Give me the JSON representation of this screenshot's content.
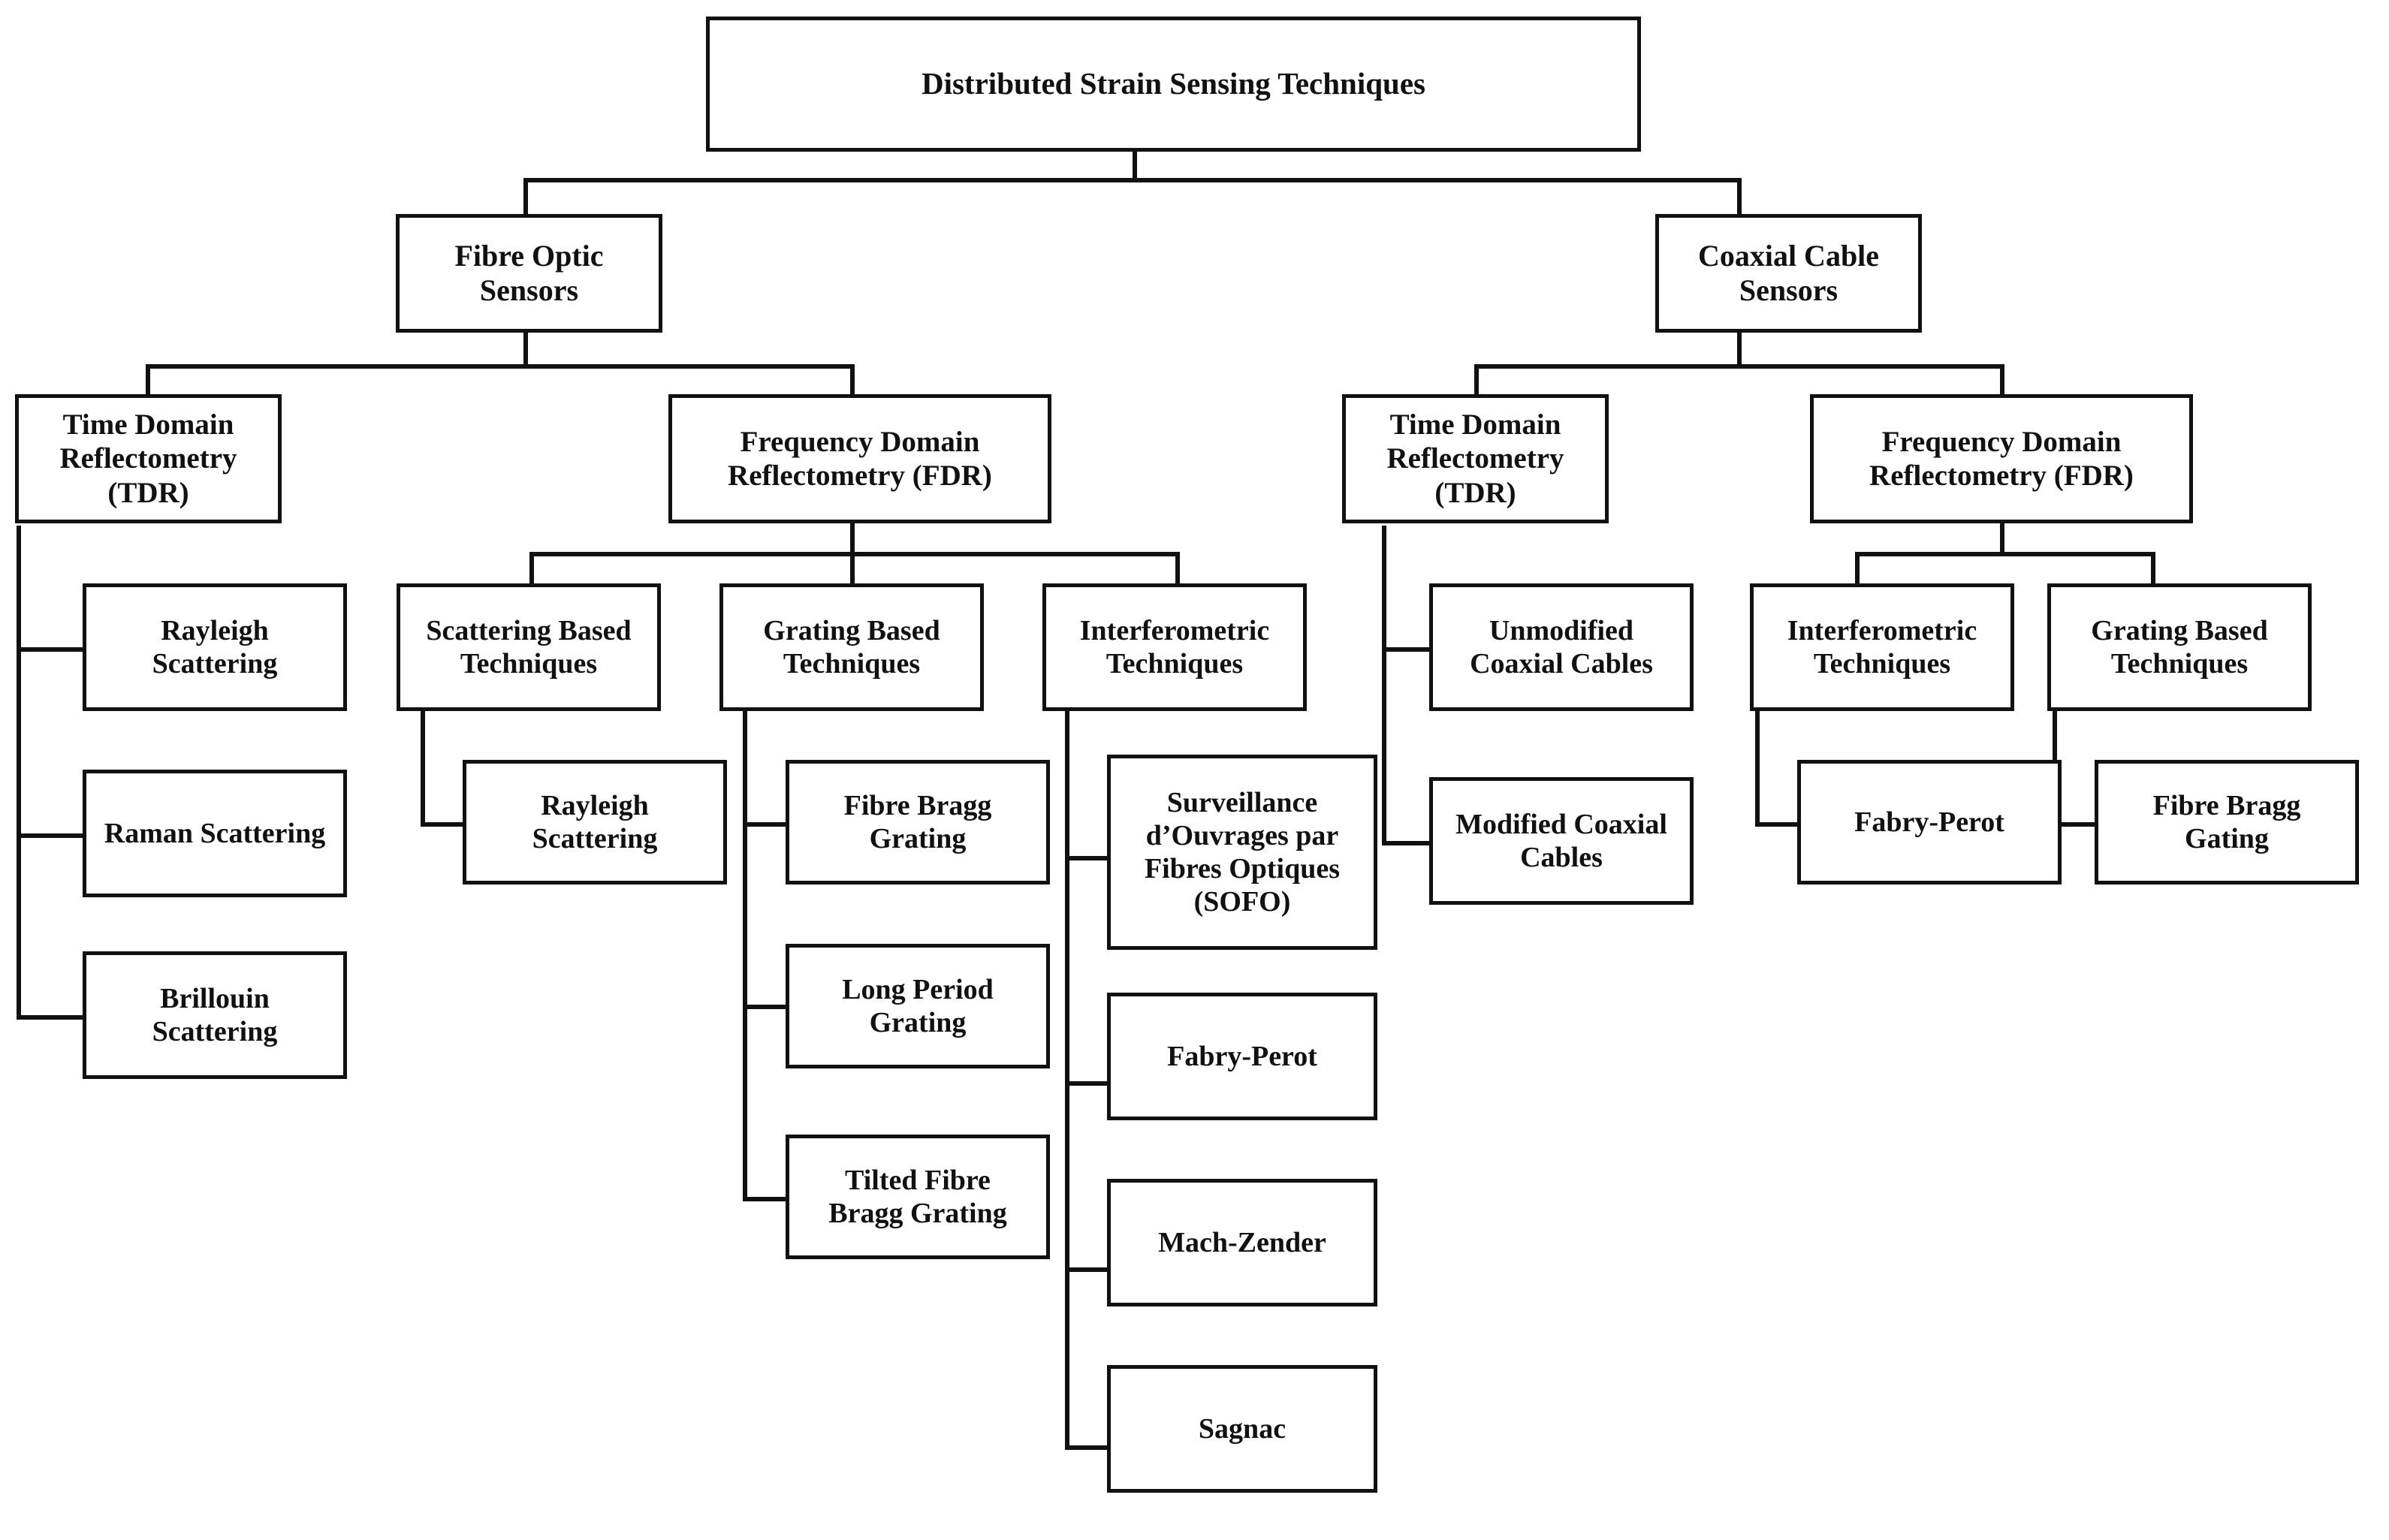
{
  "diagram": {
    "type": "hierarchy-tree",
    "title": "Distributed Strain Sensing Techniques",
    "orientation": "top-down",
    "colors": {
      "box_border": "#111111",
      "box_fill": "#ffffff",
      "connector": "#111111",
      "background": "#ffffff"
    },
    "nodes": {
      "root": "Distributed Strain Sensing Techniques",
      "fibre_optic_sensors": "Fibre Optic\nSensors",
      "coaxial_cable_sensors": "Coaxial Cable\nSensors",
      "fo_tdr": "Time Domain\nReflectometry\n(TDR)",
      "fo_fdr": "Frequency Domain\nReflectometry (FDR)",
      "cc_tdr": "Time Domain\nReflectometry\n(TDR)",
      "cc_fdr": "Frequency Domain\nReflectometry (FDR)",
      "fo_tdr_rayleigh": "Rayleigh\nScattering",
      "fo_tdr_raman": "Raman Scattering",
      "fo_tdr_brillouin": "Brillouin\nScattering",
      "fo_fdr_scattering": "Scattering Based\nTechniques",
      "fo_fdr_grating": "Grating Based\nTechniques",
      "fo_fdr_interferometric": "Interferometric\nTechniques",
      "scattering_rayleigh": "Rayleigh\nScattering",
      "grating_fbg": "Fibre Bragg\nGrating",
      "grating_lpg": "Long Period\nGrating",
      "grating_tfbg": "Tilted Fibre\nBragg Grating",
      "interf_sofo": "Surveillance\nd’Ouvrages par\nFibres Optiques\n(SOFO)",
      "interf_fabry_perot": "Fabry-Perot",
      "interf_mach_zender": "Mach-Zender",
      "interf_sagnac": "Sagnac",
      "cc_tdr_unmodified": "Unmodified\nCoaxial Cables",
      "cc_tdr_modified": "Modified Coaxial\nCables",
      "cc_fdr_interferometric": "Interferometric\nTechniques",
      "cc_fdr_grating": "Grating Based\nTechniques",
      "cc_interf_fabry_perot": "Fabry-Perot",
      "cc_grating_fbg": "Fibre Bragg\nGating"
    },
    "edges": [
      {
        "from": "root",
        "to": "fibre_optic_sensors"
      },
      {
        "from": "root",
        "to": "coaxial_cable_sensors"
      },
      {
        "from": "fibre_optic_sensors",
        "to": "fo_tdr"
      },
      {
        "from": "fibre_optic_sensors",
        "to": "fo_fdr"
      },
      {
        "from": "coaxial_cable_sensors",
        "to": "cc_tdr"
      },
      {
        "from": "coaxial_cable_sensors",
        "to": "cc_fdr"
      },
      {
        "from": "fo_tdr",
        "to": "fo_tdr_rayleigh"
      },
      {
        "from": "fo_tdr",
        "to": "fo_tdr_raman"
      },
      {
        "from": "fo_tdr",
        "to": "fo_tdr_brillouin"
      },
      {
        "from": "fo_fdr",
        "to": "fo_fdr_scattering"
      },
      {
        "from": "fo_fdr",
        "to": "fo_fdr_grating"
      },
      {
        "from": "fo_fdr",
        "to": "fo_fdr_interferometric"
      },
      {
        "from": "fo_fdr_scattering",
        "to": "scattering_rayleigh"
      },
      {
        "from": "fo_fdr_grating",
        "to": "grating_fbg"
      },
      {
        "from": "fo_fdr_grating",
        "to": "grating_lpg"
      },
      {
        "from": "fo_fdr_grating",
        "to": "grating_tfbg"
      },
      {
        "from": "fo_fdr_interferometric",
        "to": "interf_sofo"
      },
      {
        "from": "fo_fdr_interferometric",
        "to": "interf_fabry_perot"
      },
      {
        "from": "fo_fdr_interferometric",
        "to": "interf_mach_zender"
      },
      {
        "from": "fo_fdr_interferometric",
        "to": "interf_sagnac"
      },
      {
        "from": "cc_tdr",
        "to": "cc_tdr_unmodified"
      },
      {
        "from": "cc_tdr",
        "to": "cc_tdr_modified"
      },
      {
        "from": "cc_fdr",
        "to": "cc_fdr_interferometric"
      },
      {
        "from": "cc_fdr",
        "to": "cc_fdr_grating"
      },
      {
        "from": "cc_fdr_interferometric",
        "to": "cc_interf_fabry_perot"
      },
      {
        "from": "cc_fdr_grating",
        "to": "cc_grating_fbg"
      }
    ]
  }
}
